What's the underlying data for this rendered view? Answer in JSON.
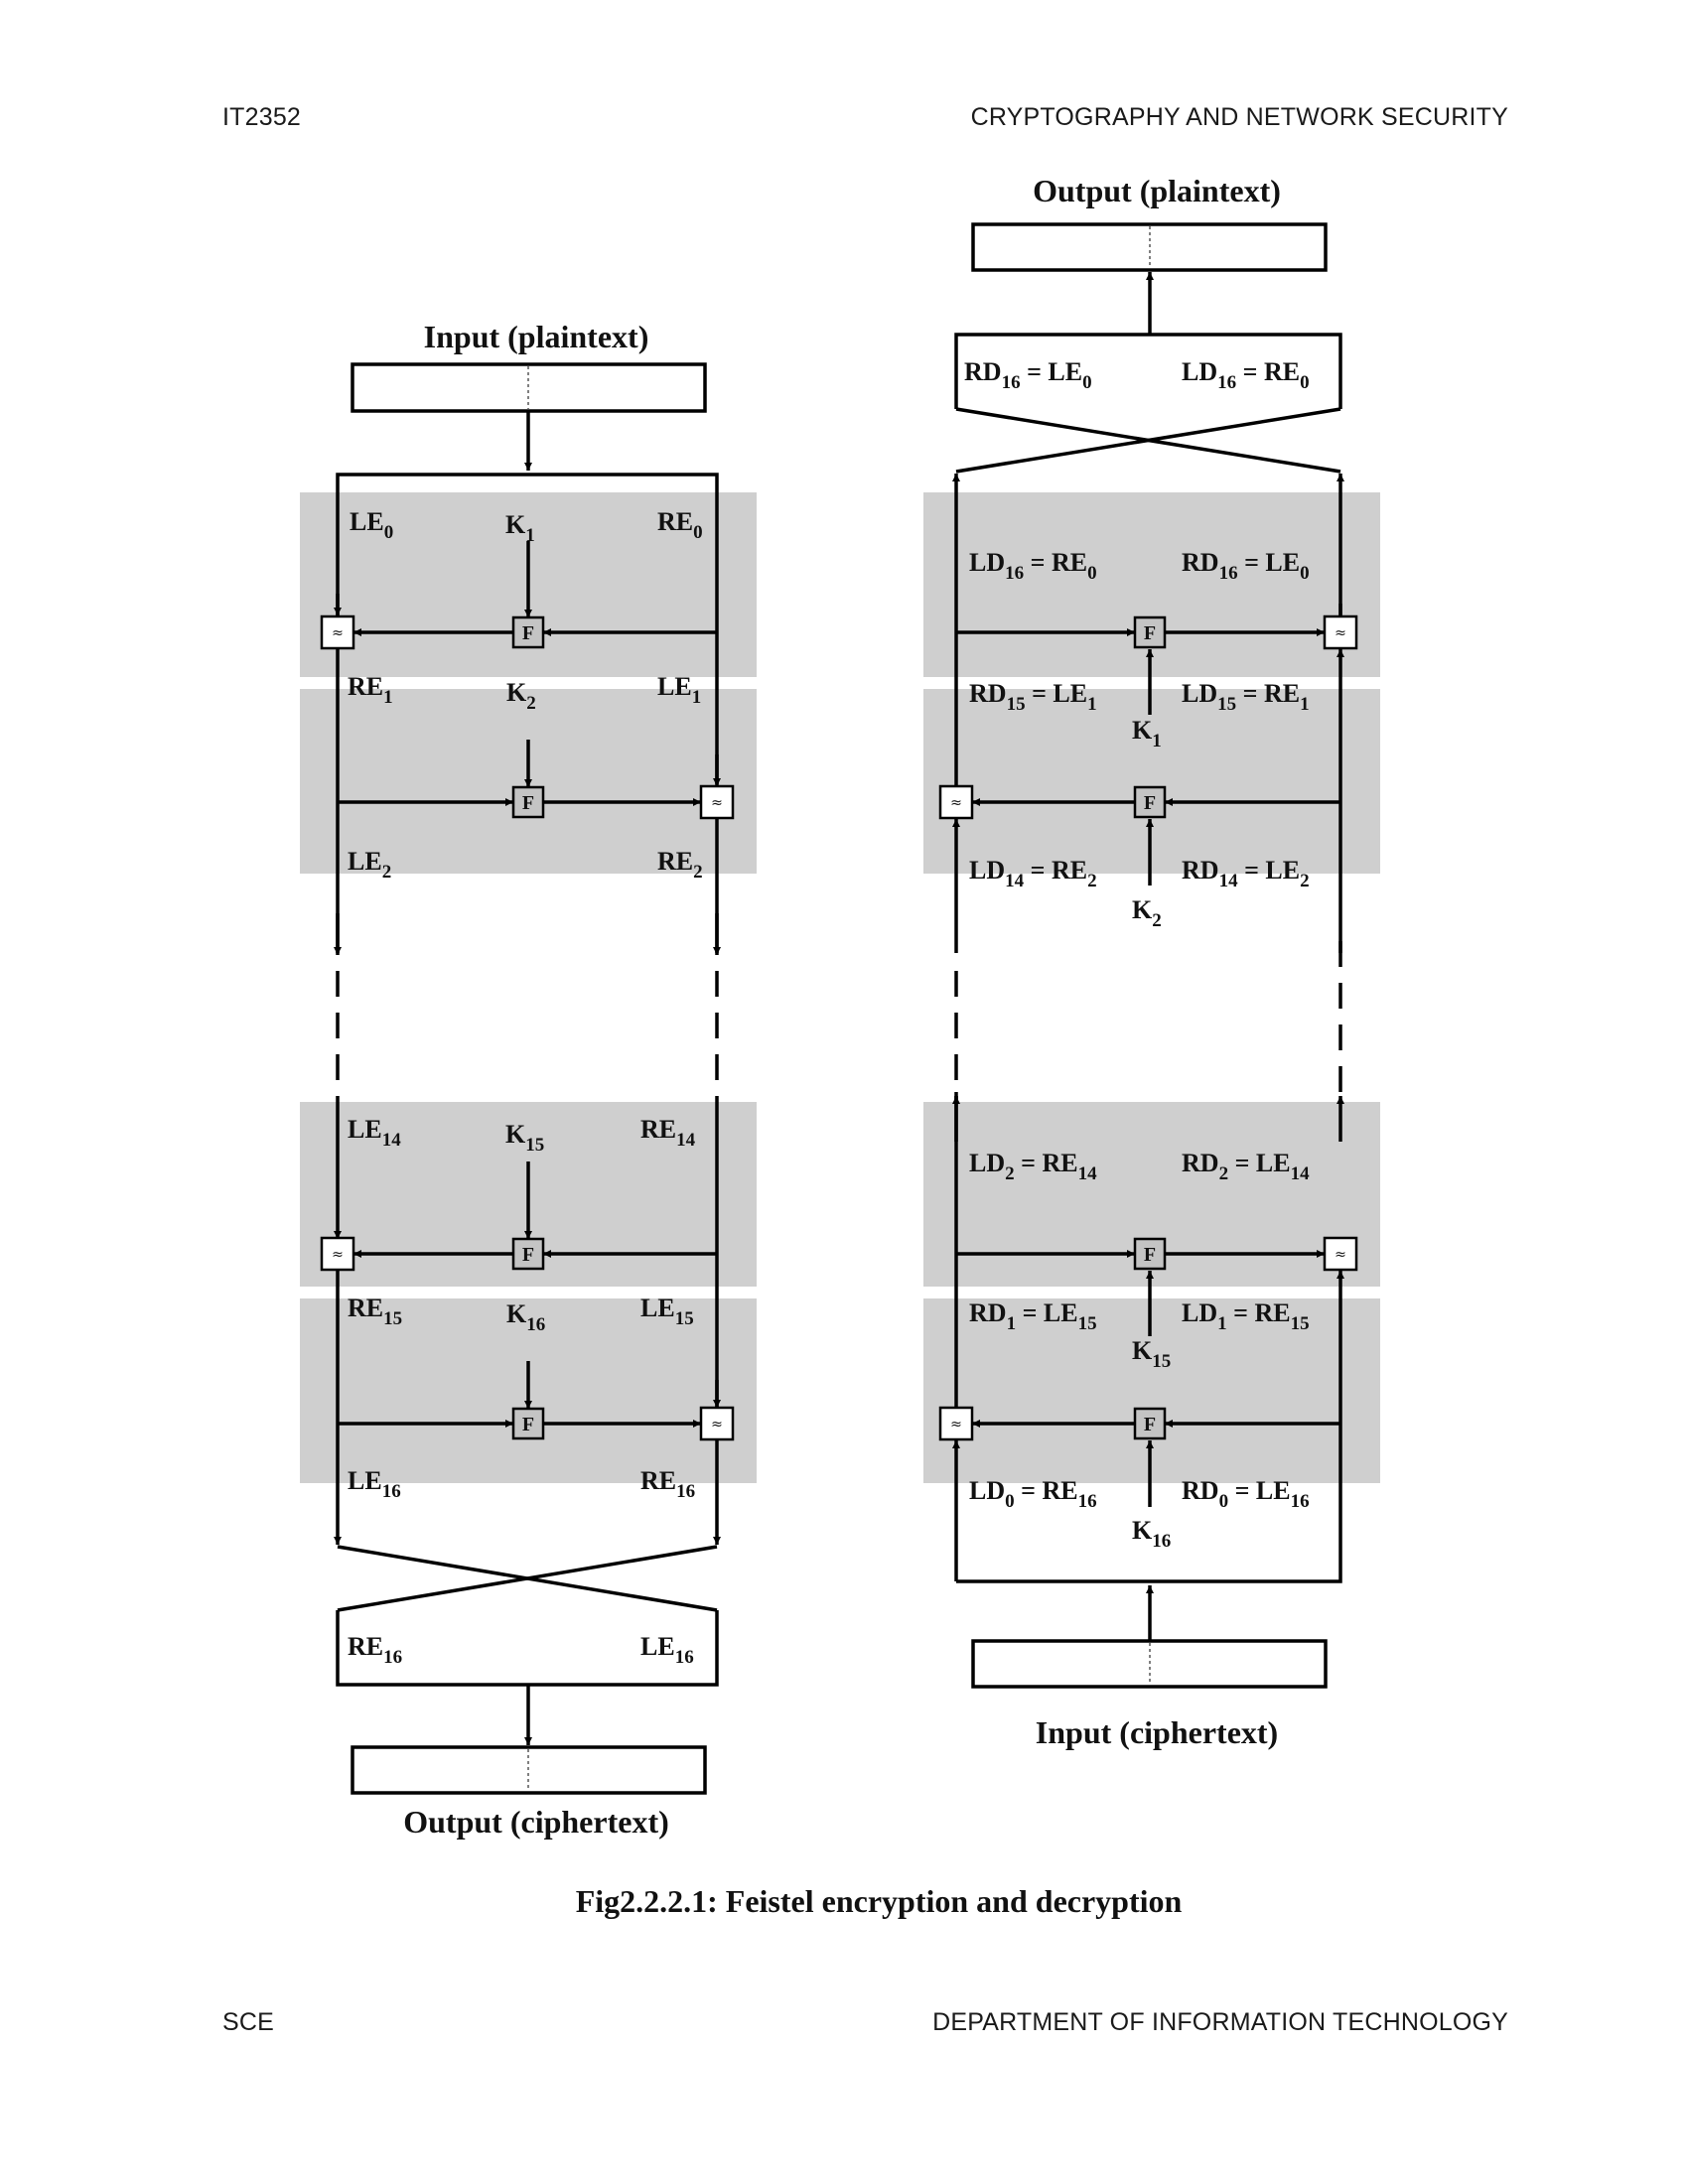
{
  "header": {
    "course_code": "IT2352",
    "course_title": "CRYPTOGRAPHY AND NETWORK SECURITY"
  },
  "footer": {
    "left": "SCE",
    "right": "DEPARTMENT OF INFORMATION TECHNOLOGY"
  },
  "figure": {
    "caption": "Fig2.2.2.1: Feistel encryption and decryption",
    "function_label": "F",
    "xor_symbol": "≈",
    "encryption": {
      "input_label": "Input (plaintext)",
      "output_label": "Output (ciphertext)",
      "round_labels": [
        {
          "b": "LE",
          "s": "0"
        },
        {
          "b": "K",
          "s": "1"
        },
        {
          "b": "RE",
          "s": "0"
        },
        {
          "b": "RE",
          "s": "1"
        },
        {
          "b": "K",
          "s": "2"
        },
        {
          "b": "LE",
          "s": "1"
        },
        {
          "b": "LE",
          "s": "2"
        },
        {
          "b": "RE",
          "s": "2"
        },
        {
          "b": "LE",
          "s": "14"
        },
        {
          "b": "K",
          "s": "15"
        },
        {
          "b": "RE",
          "s": "14"
        },
        {
          "b": "RE",
          "s": "15"
        },
        {
          "b": "K",
          "s": "16"
        },
        {
          "b": "LE",
          "s": "15"
        },
        {
          "b": "LE",
          "s": "16"
        },
        {
          "b": "RE",
          "s": "16"
        },
        {
          "b": "RE",
          "s": "16"
        },
        {
          "b": "LE",
          "s": "16"
        }
      ]
    },
    "decryption": {
      "input_label": "Input (ciphertext)",
      "output_label": "Output (plaintext)",
      "round_labels": [
        {
          "b": "RD",
          "s": "16",
          "r": "LE",
          "rs": "0"
        },
        {
          "b": "LD",
          "s": "16",
          "r": "RE",
          "rs": "0"
        },
        {
          "b": "LD",
          "s": "16",
          "r": "RE",
          "rs": "0"
        },
        {
          "b": "RD",
          "s": "16",
          "r": "LE",
          "rs": "0"
        },
        {
          "b": "RD",
          "s": "15",
          "r": "LE",
          "rs": "1"
        },
        {
          "b": "LD",
          "s": "15",
          "r": "RE",
          "rs": "1"
        },
        {
          "b": "K",
          "s": "1"
        },
        {
          "b": "LD",
          "s": "14",
          "r": "RE",
          "rs": "2"
        },
        {
          "b": "RD",
          "s": "14",
          "r": "LE",
          "rs": "2"
        },
        {
          "b": "K",
          "s": "2"
        },
        {
          "b": "LD",
          "s": "2",
          "r": "RE",
          "rs": "14"
        },
        {
          "b": "RD",
          "s": "2",
          "r": "LE",
          "rs": "14"
        },
        {
          "b": "RD",
          "s": "1",
          "r": "LE",
          "rs": "15"
        },
        {
          "b": "LD",
          "s": "1",
          "r": "RE",
          "rs": "15"
        },
        {
          "b": "K",
          "s": "15"
        },
        {
          "b": "LD",
          "s": "0",
          "r": "RE",
          "rs": "16"
        },
        {
          "b": "RD",
          "s": "0",
          "r": "LE",
          "rs": "16"
        },
        {
          "b": "K",
          "s": "16"
        }
      ]
    }
  }
}
